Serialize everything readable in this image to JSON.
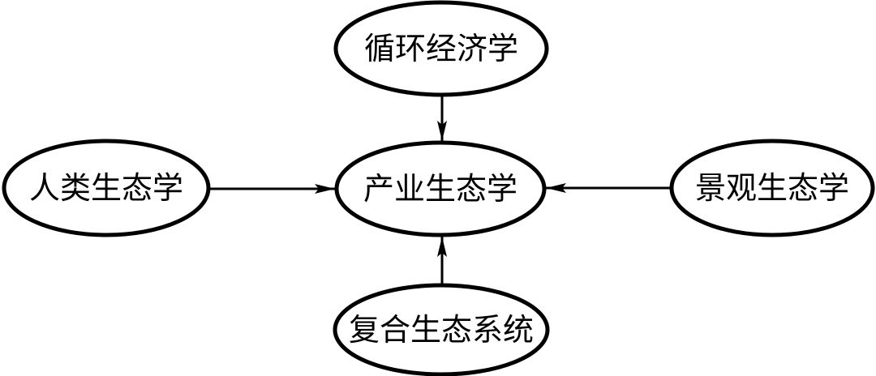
{
  "diagram": {
    "type": "concept-map",
    "colors": {
      "background": "#ffffff",
      "line": "#000000",
      "text": "#000000"
    },
    "nodes": {
      "top": {
        "label": "循环经济学"
      },
      "left": {
        "label": "人类生态学"
      },
      "center": {
        "label": "产业生态学"
      },
      "right": {
        "label": "景观生态学"
      },
      "bottom": {
        "label": "复合生态系统"
      }
    },
    "edges": [
      {
        "from": "循环经济学",
        "to": "产业生态学",
        "direction": "down"
      },
      {
        "from": "人类生态学",
        "to": "产业生态学",
        "direction": "right"
      },
      {
        "from": "景观生态学",
        "to": "产业生态学",
        "direction": "left"
      },
      {
        "from": "复合生态系统",
        "to": "产业生态学",
        "direction": "up"
      }
    ]
  }
}
